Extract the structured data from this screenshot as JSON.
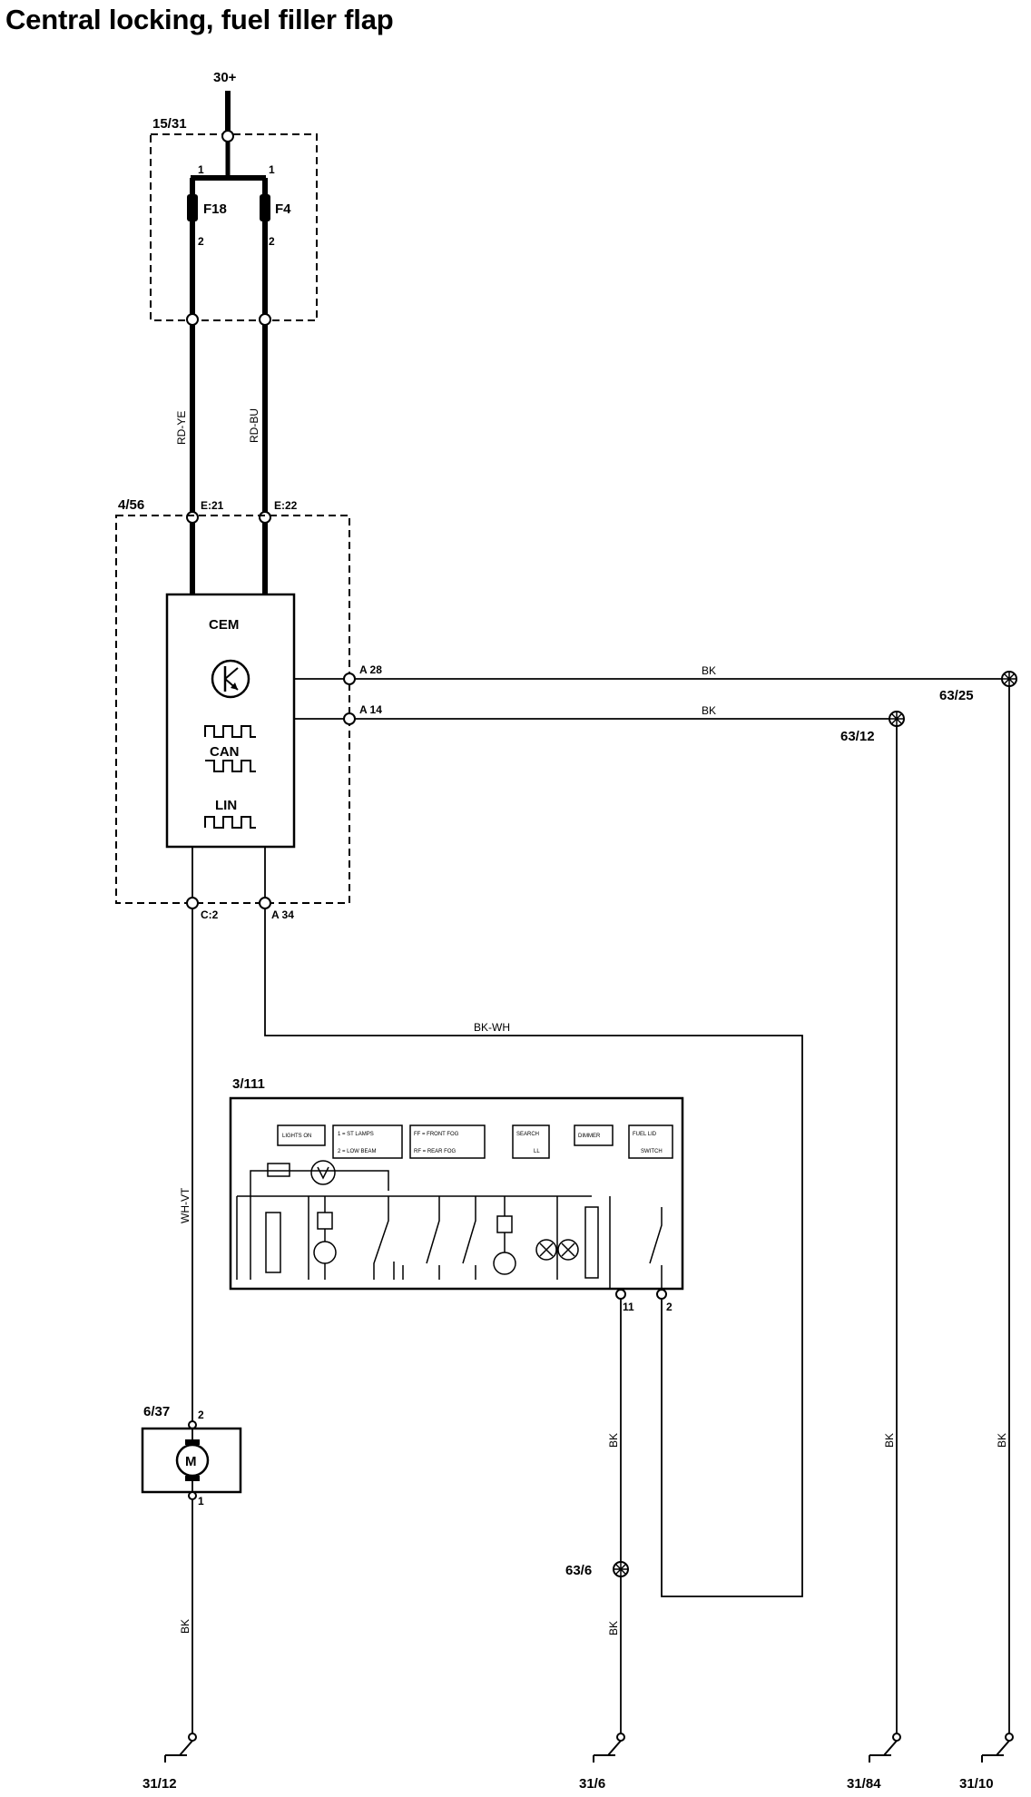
{
  "title": "Central locking, fuel filler flap",
  "supply": "30+",
  "fuse_box": {
    "id": "15/31",
    "fuse_a": "F18",
    "fuse_b": "F4",
    "pin_in": "1",
    "pin_out": "2"
  },
  "wires": {
    "rd_ye": "RD-YE",
    "rd_bu": "RD-BU",
    "bk": "BK",
    "bk_wh": "BK-WH",
    "wh_vt": "WH-VT"
  },
  "cem": {
    "id": "4/56",
    "name": "CEM",
    "can_label": "CAN",
    "lin_label": "LIN",
    "pins": {
      "e21": "E:21",
      "e22": "E:22",
      "a28": "A 28",
      "a14": "A 14",
      "c2": "C:2",
      "a34": "A 34"
    }
  },
  "switch_module": {
    "id": "3/111",
    "pin_11": "11",
    "pin_2": "2",
    "buttons": {
      "lights_on": "LIGHTS ON",
      "st_lamps": "1 = ST LAMPS",
      "low_beam": "2 = LOW BEAM",
      "front_fog": "FF = FRONT FOG",
      "rear_fog": "RF = REAR FOG",
      "search": "SEARCH",
      "ll": "LL",
      "dimmer": "DIMMER",
      "fuel_lid": "FUEL LID",
      "switch": "SWITCH"
    }
  },
  "motor": {
    "id": "6/37",
    "symbol": "M",
    "pin_top": "2",
    "pin_bottom": "1"
  },
  "grounds": {
    "g63_25": "63/25",
    "g63_12": "63/12",
    "g63_6": "63/6",
    "g31_12": "31/12",
    "g31_6": "31/6",
    "g31_84": "31/84",
    "g31_10": "31/10"
  }
}
